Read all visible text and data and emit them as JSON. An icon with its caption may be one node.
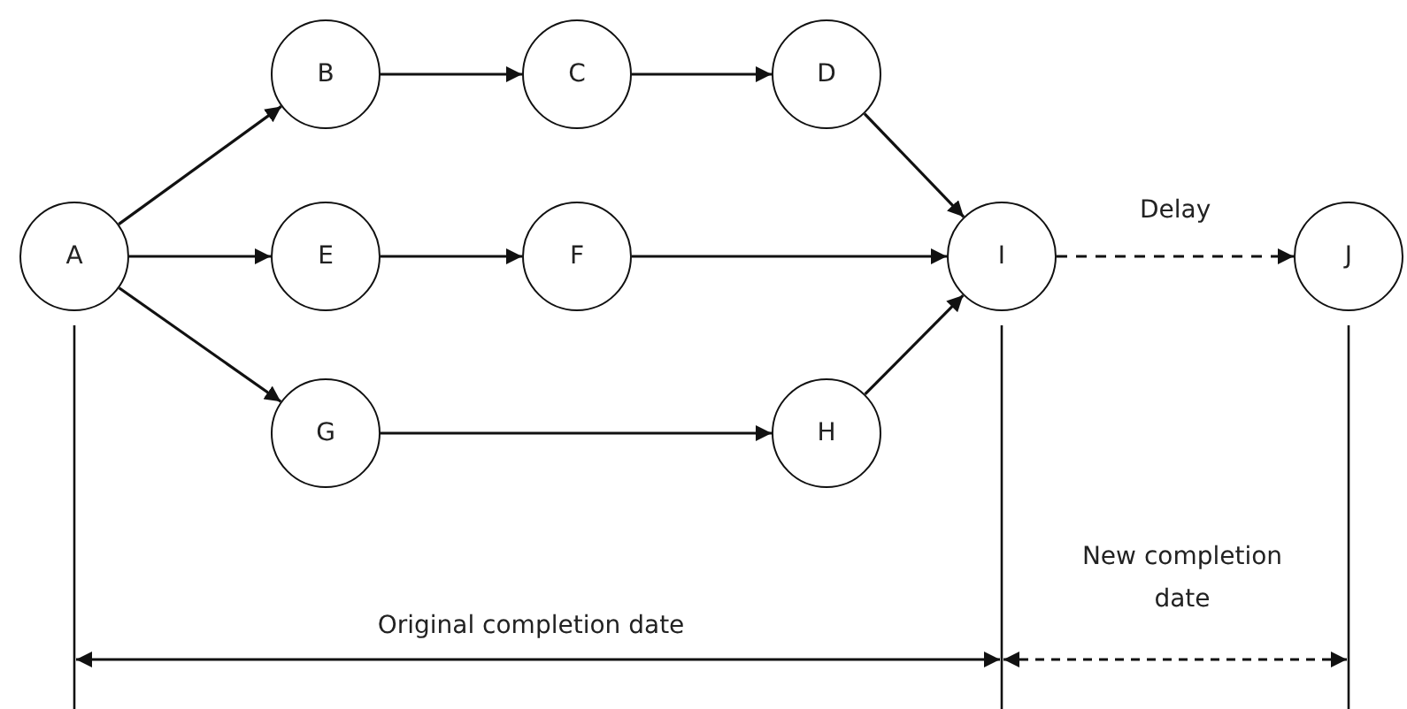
{
  "diagram": {
    "nodes": [
      {
        "text": [
          "A"
        ]
      },
      {
        "text": [
          "B"
        ]
      },
      {
        "text": [
          "C"
        ]
      },
      {
        "text": [
          "D"
        ]
      },
      {
        "text": [
          "E"
        ]
      },
      {
        "text": [
          "F"
        ]
      },
      {
        "text": [
          "G"
        ]
      },
      {
        "text": [
          "H"
        ]
      },
      {
        "text": [
          "I"
        ]
      },
      {
        "text": [
          "J"
        ]
      }
    ],
    "edges": [
      {
        "from": 0,
        "to": 1,
        "arrow": "to"
      },
      {
        "from": 0,
        "to": 4,
        "arrow": "to"
      },
      {
        "from": 0,
        "to": 6,
        "arrow": "to"
      },
      {
        "from": 1,
        "to": 2,
        "arrow": "to"
      },
      {
        "from": 2,
        "to": 3,
        "arrow": "to"
      },
      {
        "from": 3,
        "to": 8,
        "arrow": "to"
      },
      {
        "from": 4,
        "to": 5,
        "arrow": "to"
      },
      {
        "from": 5,
        "to": 8,
        "arrow": "to"
      },
      {
        "from": 6,
        "to": 7,
        "arrow": "to"
      },
      {
        "from": 7,
        "to": 8,
        "arrow": "to"
      },
      {
        "from": 8,
        "to": 9,
        "arrow": "to",
        "style": "dashed",
        "label": "Delay"
      }
    ],
    "labels": [
      "New completion date",
      "Original completion date"
    ]
  }
}
